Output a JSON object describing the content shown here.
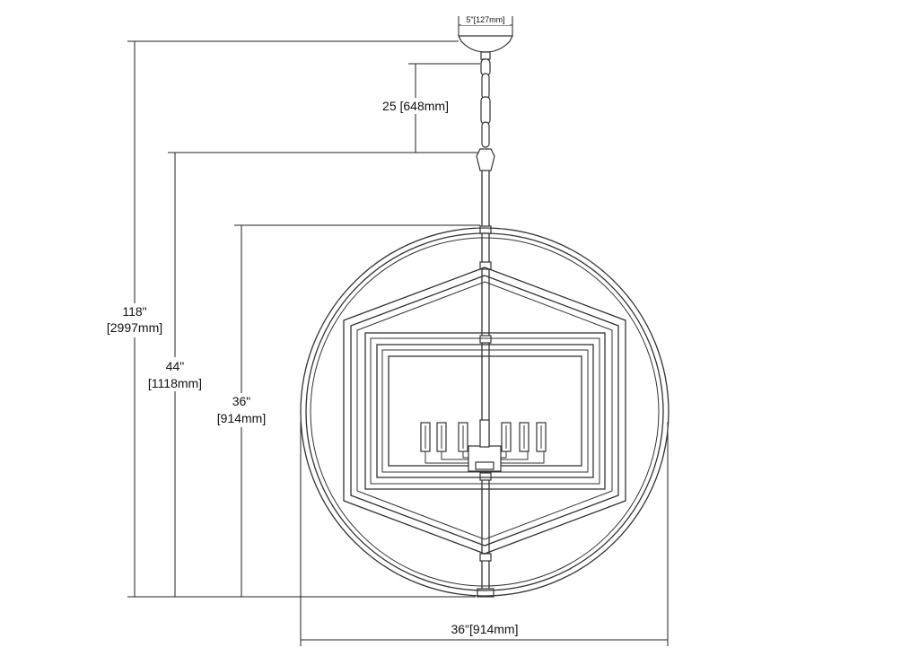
{
  "dimensions": {
    "canopy_width": "5\"[127mm]",
    "chain_length": "25 [648mm]",
    "overall_height": {
      "imperial": "118\"",
      "metric": "[2997mm]"
    },
    "fixture_height": {
      "imperial": "44\"",
      "metric": "[1118mm]"
    },
    "body_height": {
      "imperial": "36\"",
      "metric": "[914mm]"
    },
    "body_width": "36\"[914mm]"
  }
}
